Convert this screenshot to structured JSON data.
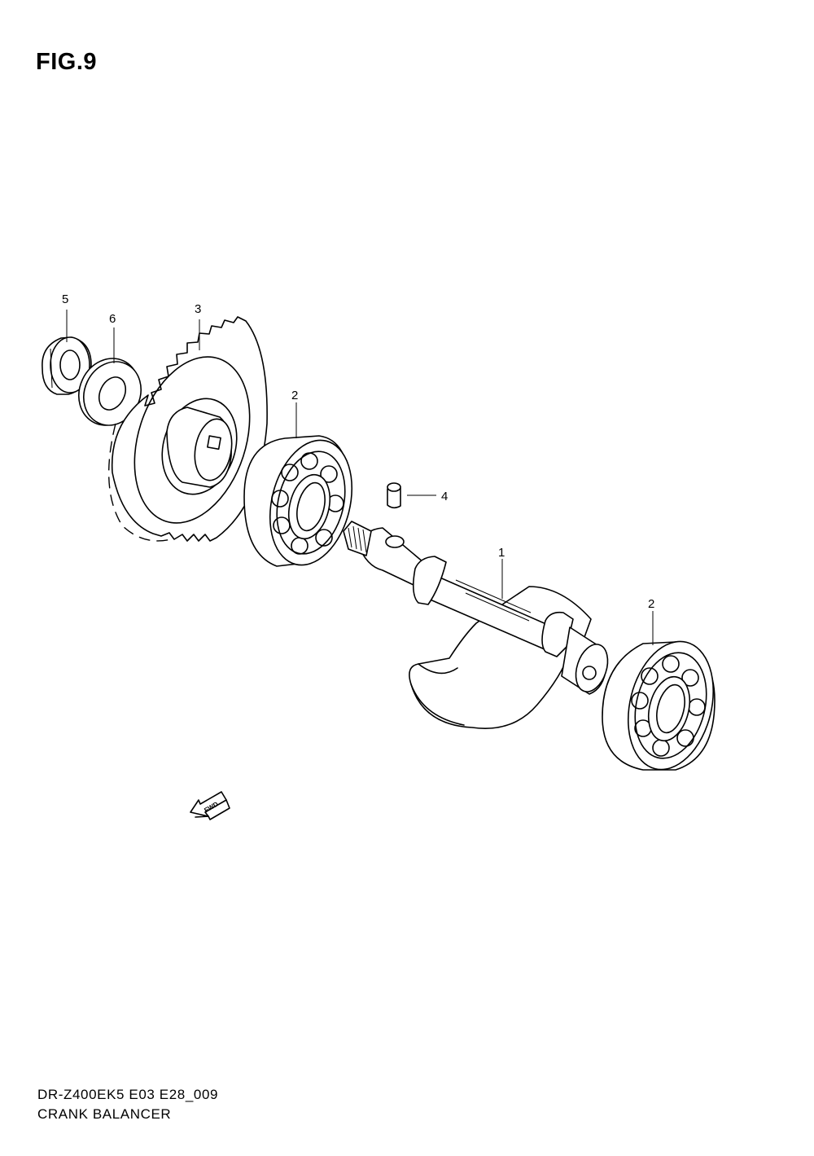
{
  "figure": {
    "title": "FIG.9"
  },
  "footer": {
    "model_code": "DR-Z400EK5 E03 E28_009",
    "section_name": "CRANK BALANCER"
  },
  "callouts": [
    "1",
    "2",
    "2",
    "3",
    "4",
    "5",
    "6"
  ],
  "fwd_label": "FWD",
  "icons": {
    "direction": "fwd-arrow-icon"
  }
}
